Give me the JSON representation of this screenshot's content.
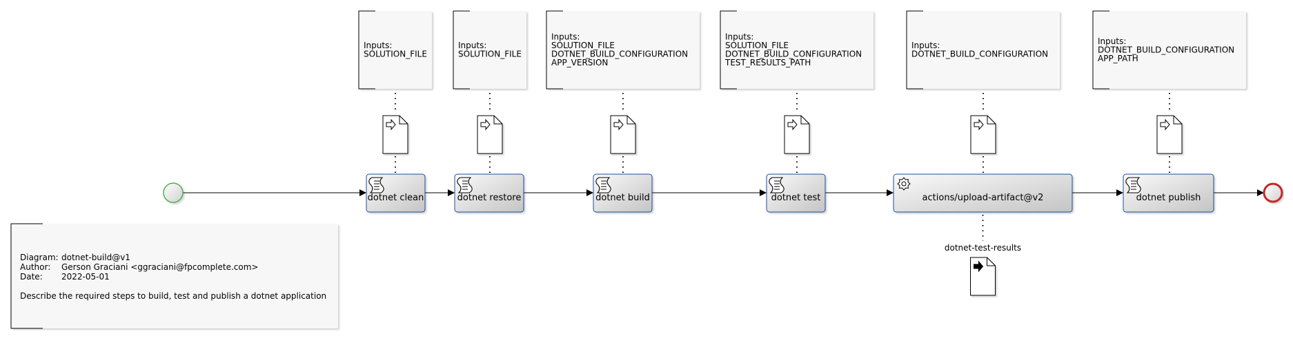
{
  "colors": {
    "start_event_stroke": "#4caf50",
    "end_event_stroke": "#c62828",
    "task_stroke": "#1f4e9c",
    "task_fill_light": "#fafafa",
    "task_fill_dark": "#c8c8c8",
    "annotation_fill": "#f7f7f7",
    "connector": "#000000"
  },
  "events": {
    "start": {
      "name": "start-event"
    },
    "end": {
      "name": "end-event"
    }
  },
  "tasks": [
    {
      "id": "clean",
      "label": "dotnet clean",
      "icon": "script-icon",
      "inputs_header": "Inputs:",
      "inputs": [
        "SOLUTION_FILE"
      ]
    },
    {
      "id": "restore",
      "label": "dotnet restore",
      "icon": "script-icon",
      "inputs_header": "Inputs:",
      "inputs": [
        "SOLUTION_FILE"
      ]
    },
    {
      "id": "build",
      "label": "dotnet build",
      "icon": "script-icon",
      "inputs_header": "Inputs:",
      "inputs": [
        "SOLUTION_FILE",
        "DOTNET_BUILD_CONFIGURATION",
        "APP_VERSION"
      ]
    },
    {
      "id": "test",
      "label": "dotnet test",
      "icon": "script-icon",
      "inputs_header": "Inputs:",
      "inputs": [
        "SOLUTION_FILE",
        "DOTNET_BUILD_CONFIGURATION",
        "TEST_RESULTS_PATH"
      ]
    },
    {
      "id": "upload",
      "label": "actions/upload-artifact@v2",
      "icon": "gear-icon",
      "inputs_header": "Inputs:",
      "inputs": [
        "DOTNET_BUILD_CONFIGURATION"
      ],
      "output_label": "dotnet-test-results"
    },
    {
      "id": "publish",
      "label": "dotnet publish",
      "icon": "script-icon",
      "inputs_header": "Inputs:",
      "inputs": [
        "DOTNET_BUILD_CONFIGURATION",
        "APP_PATH"
      ]
    }
  ],
  "info": {
    "diagram_label": "Diagram:",
    "diagram_value": "dotnet-build@v1",
    "author_label": "Author:",
    "author_value": "Gerson Graciani <ggraciani@fpcomplete.com>",
    "date_label": "Date:",
    "date_value": "2022-05-01",
    "description": "Describe the required steps to build, test and publish a dotnet application"
  }
}
